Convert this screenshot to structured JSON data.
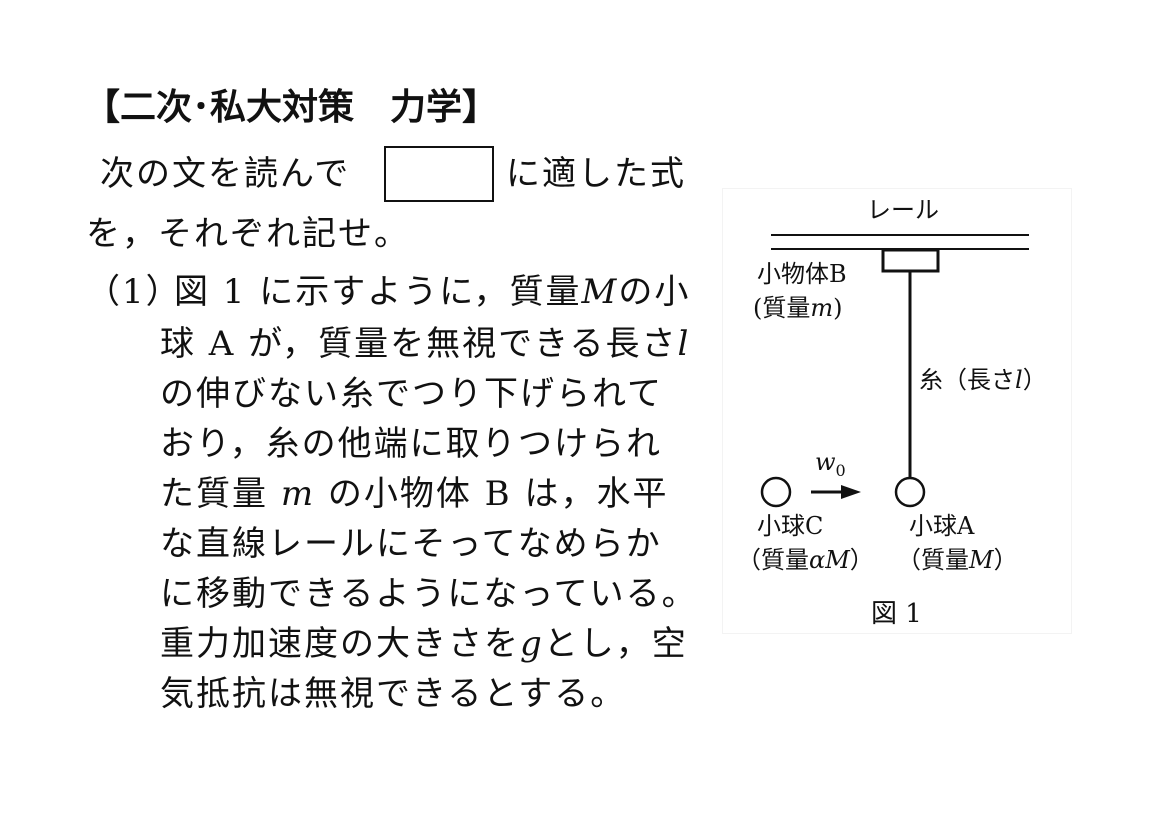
{
  "heading": "【二次･私大対策　力学】",
  "intro": {
    "line1_before_box": "次の文を読んで",
    "line1_after_box": "に適した式",
    "line2": "を，それぞれ記せ。"
  },
  "problem": {
    "number": "（1）",
    "lines": [
      {
        "pre": "図 1 に示すように，質量",
        "var": "M",
        "post": "の小"
      },
      {
        "pre": "球 A が，質量を無視できる長さ",
        "var": "l",
        "post": ""
      },
      {
        "pre": "の伸びない糸でつり下げられて",
        "var": "",
        "post": ""
      },
      {
        "pre": "おり，糸の他端に取りつけられ",
        "var": "",
        "post": ""
      },
      {
        "pre": "た質量",
        "var": "m",
        "post": "の小物体 B は，水平"
      },
      {
        "pre": "な直線レールにそってなめらか",
        "var": "",
        "post": ""
      },
      {
        "pre": "に移動できるようになっている。",
        "var": "",
        "post": ""
      },
      {
        "pre": "重力加速度の大きさを",
        "var": "g",
        "post": "とし，空"
      },
      {
        "pre": "気抵抗は無視できるとする。",
        "var": "",
        "post": ""
      }
    ]
  },
  "figure": {
    "rail_label": "レール",
    "block_b_name": "小物体B",
    "block_b_mass_pre": "(質量",
    "block_b_mass_var": "m",
    "block_b_mass_post": ")",
    "string_label_pre": "糸（長さ",
    "string_label_var": "l",
    "string_label_post": "）",
    "velocity_var": "w",
    "velocity_sub": "0",
    "ball_c_name": "小球C",
    "ball_c_mass_pre": "（質量",
    "ball_c_mass_var": "αM",
    "ball_c_mass_post": "）",
    "ball_a_name": "小球A",
    "ball_a_mass_pre": "（質量",
    "ball_a_mass_var": "M",
    "ball_a_mass_post": "）",
    "caption": "図 1"
  }
}
